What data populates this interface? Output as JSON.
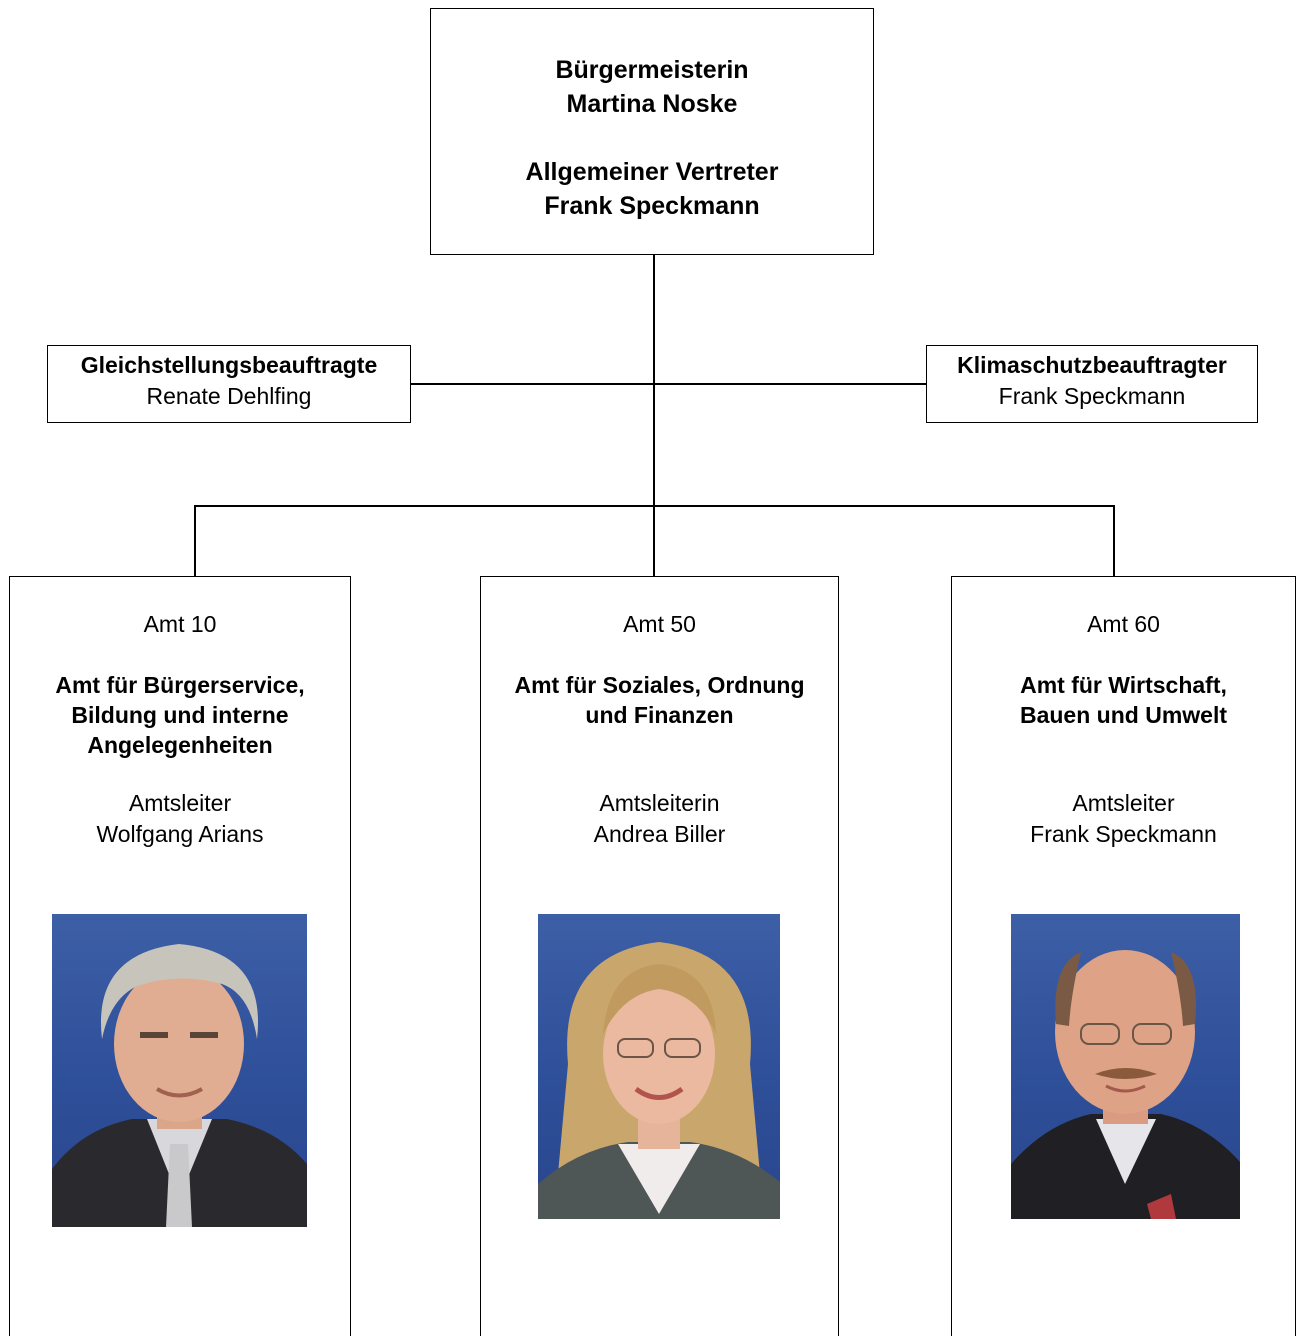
{
  "top": {
    "role1": "Bürgermeisterin",
    "name1": "Martina Noske",
    "role2": "Allgemeiner Vertreter",
    "name2": "Frank Speckmann"
  },
  "left": {
    "title": "Gleichstellungsbeauftragte",
    "name": "Renate Dehlfing"
  },
  "right": {
    "title": "Klimaschutzbeauftragter",
    "name": "Frank Speckmann"
  },
  "departments": [
    {
      "code": "Amt 10",
      "name_lines": [
        "Amt für Bürgerservice,",
        "Bildung und interne",
        "Angelegenheiten"
      ],
      "role": "Amtsleiter",
      "person": "Wolfgang Arians"
    },
    {
      "code": "Amt 50",
      "name_lines": [
        "Amt für Soziales, Ordnung",
        "und Finanzen"
      ],
      "role": "Amtsleiterin",
      "person": "Andrea Biller"
    },
    {
      "code": "Amt 60",
      "name_lines": [
        "Amt für Wirtschaft,",
        "Bauen und Umwelt"
      ],
      "role": "Amtsleiter",
      "person": "Frank Speckmann"
    }
  ]
}
